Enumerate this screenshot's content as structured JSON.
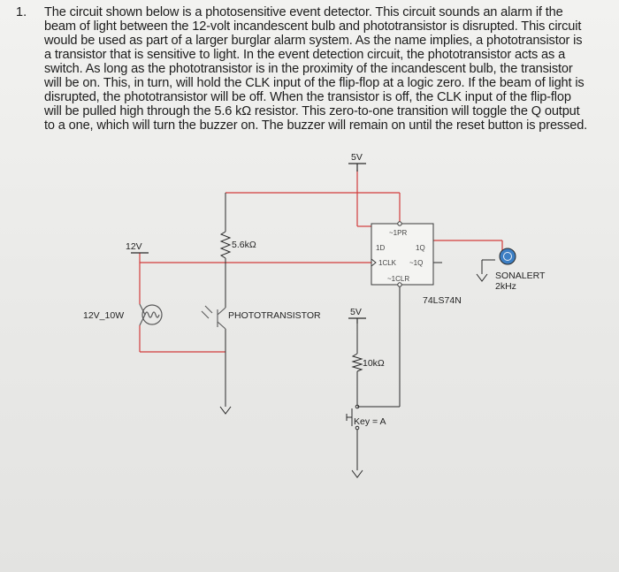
{
  "question": {
    "number": "1.",
    "lines": [
      "The circuit shown below is a photosensitive event detector. This circuit sounds an alarm if the",
      "beam of light between the 12-volt incandescent bulb and phototransistor is disrupted. This circuit",
      "would be used as part of a larger burglar alarm system. As the name implies, a phototransistor is",
      "a transistor that is sensitive to light. In the event detection circuit, the phototransistor acts as a",
      "switch. As long as the phototransistor is in the proximity of the incandescent bulb, the transistor",
      "will be on. This, in turn, will hold the CLK input of the flip-flop at a logic zero. If the beam of light is",
      "disrupted, the phototransistor will be off. When the transistor is off, the CLK input of the flip-flop",
      "will be pulled high through the 5.6 kΩ resistor. This zero-to-one transition will toggle the Q output",
      "to a one, which will turn the buzzer on. The buzzer will remain on until the reset button is pressed."
    ]
  },
  "circuit": {
    "labels": {
      "vcc_top": "5V",
      "supply_12v": "12V",
      "bulb": "12V_10W",
      "resistor_pullup": "5.6kΩ",
      "phototransistor": "PHOTOTRANSISTOR",
      "vcc_mid": "5V",
      "resistor_pulldown": "10kΩ",
      "switch": "Key = A",
      "ff_pr": "~1PR",
      "ff_d": "1D",
      "ff_q": "1Q",
      "ff_clk": "1CLK",
      "ff_qbar": "~1Q",
      "ff_clr": "~1CLR",
      "ff_part": "74LS74N",
      "buzzer": "SONALERT",
      "buzzer_freq": "2kHz"
    },
    "colors": {
      "wire_red": "#d23c3c",
      "wire_black": "#2a2a2a",
      "component": "#5a5a5a",
      "buzzer_blue": "#3d7fc4"
    }
  }
}
